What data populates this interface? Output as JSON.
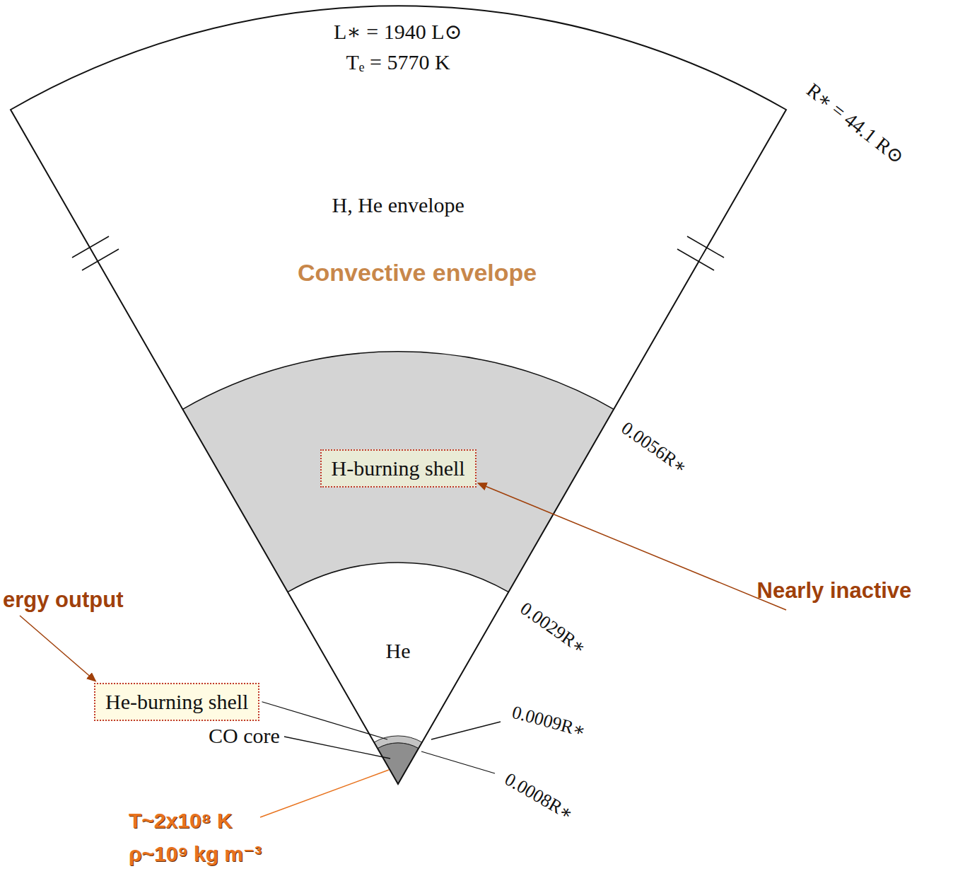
{
  "diagram": {
    "nodes": [
      {
        "text": [
          "H-burning shell"
        ]
      },
      {
        "text": [
          "He-burning shell"
        ]
      }
    ],
    "labels": [
      "L∗ = 1940 L⊙",
      "Tₑ = 5770 K",
      "H, He envelope",
      "Convective envelope",
      "R∗ = 44.1 R⊙",
      "0.0056R∗",
      "0.0029R∗",
      "He",
      "Nearly inactive",
      "ergy output",
      "0.0009R∗",
      "0.0008R∗",
      "CO core",
      "T~2x10⁸ K",
      "ρ~10⁹ kg m⁻³"
    ]
  }
}
